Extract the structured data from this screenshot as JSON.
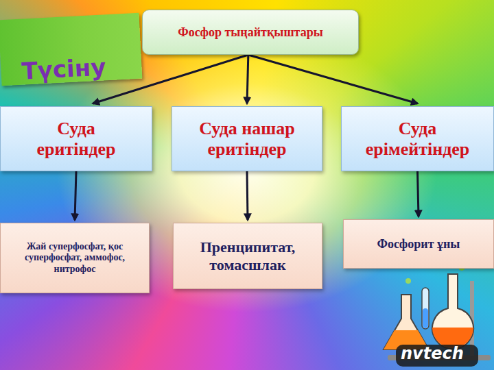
{
  "diagram": {
    "nodes": [
      {
        "text": [
          "Түсіну"
        ]
      },
      {
        "text": [
          "Фосфор тыңайтқыштары"
        ]
      },
      {
        "text": [
          "Суда еритіндер"
        ]
      },
      {
        "text": [
          "Суда нашар еритіндер"
        ]
      },
      {
        "text": [
          "Суда ерімейтіндер"
        ]
      },
      {
        "text": [
          "Жай суперфосфат, қос суперфосфат, аммофос, нитрофос"
        ]
      },
      {
        "text": [
          "Пренципитат, томасшлак"
        ]
      },
      {
        "text": [
          "Фосфорит ұны"
        ]
      }
    ],
    "edges": [
      {
        "from": 1,
        "to": 2,
        "arrow": "to"
      },
      {
        "from": 1,
        "to": 3,
        "arrow": "to"
      },
      {
        "from": 1,
        "to": 4,
        "arrow": "to"
      },
      {
        "from": 2,
        "to": 5,
        "arrow": "to"
      },
      {
        "from": 3,
        "to": 6,
        "arrow": "to"
      },
      {
        "from": 4,
        "to": 7,
        "arrow": "to"
      }
    ],
    "labels": [
      "nvtech"
    ]
  }
}
